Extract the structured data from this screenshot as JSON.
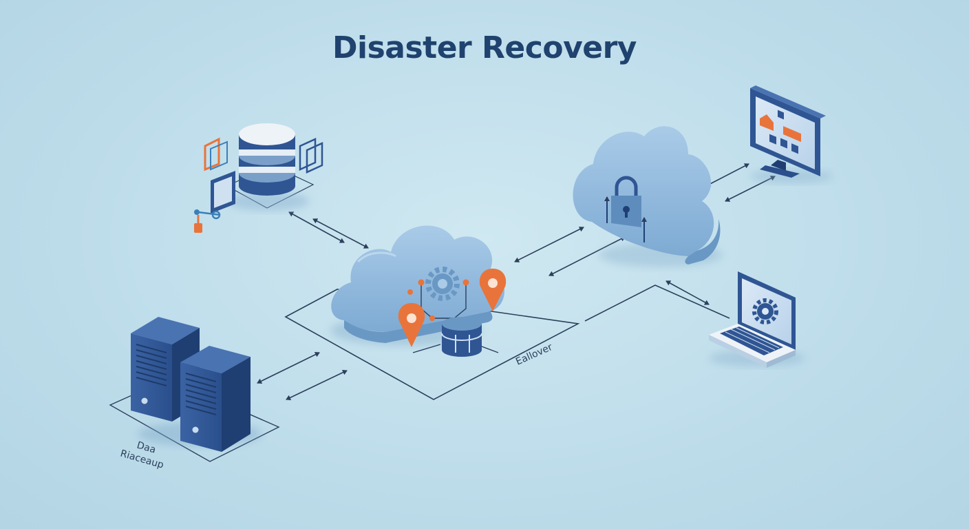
{
  "diagram": {
    "title": "Disaster Recovery",
    "labels": {
      "failover": "Eallover",
      "backup_line1": "Daa",
      "backup_line2": "Riaceaup"
    },
    "colors": {
      "background": "#bddcea",
      "navy": "#1f426e",
      "server_blue": "#2f5593",
      "cloud_blue": "#8fb8dc",
      "accent_orange": "#e8743b",
      "line": "#2b3f5c"
    },
    "icons": [
      "database-icon",
      "document-icon",
      "key-icon",
      "server-icon",
      "cloud-icon",
      "gear-icon",
      "location-pin-icon",
      "lock-icon",
      "monitor-icon",
      "laptop-icon"
    ]
  }
}
